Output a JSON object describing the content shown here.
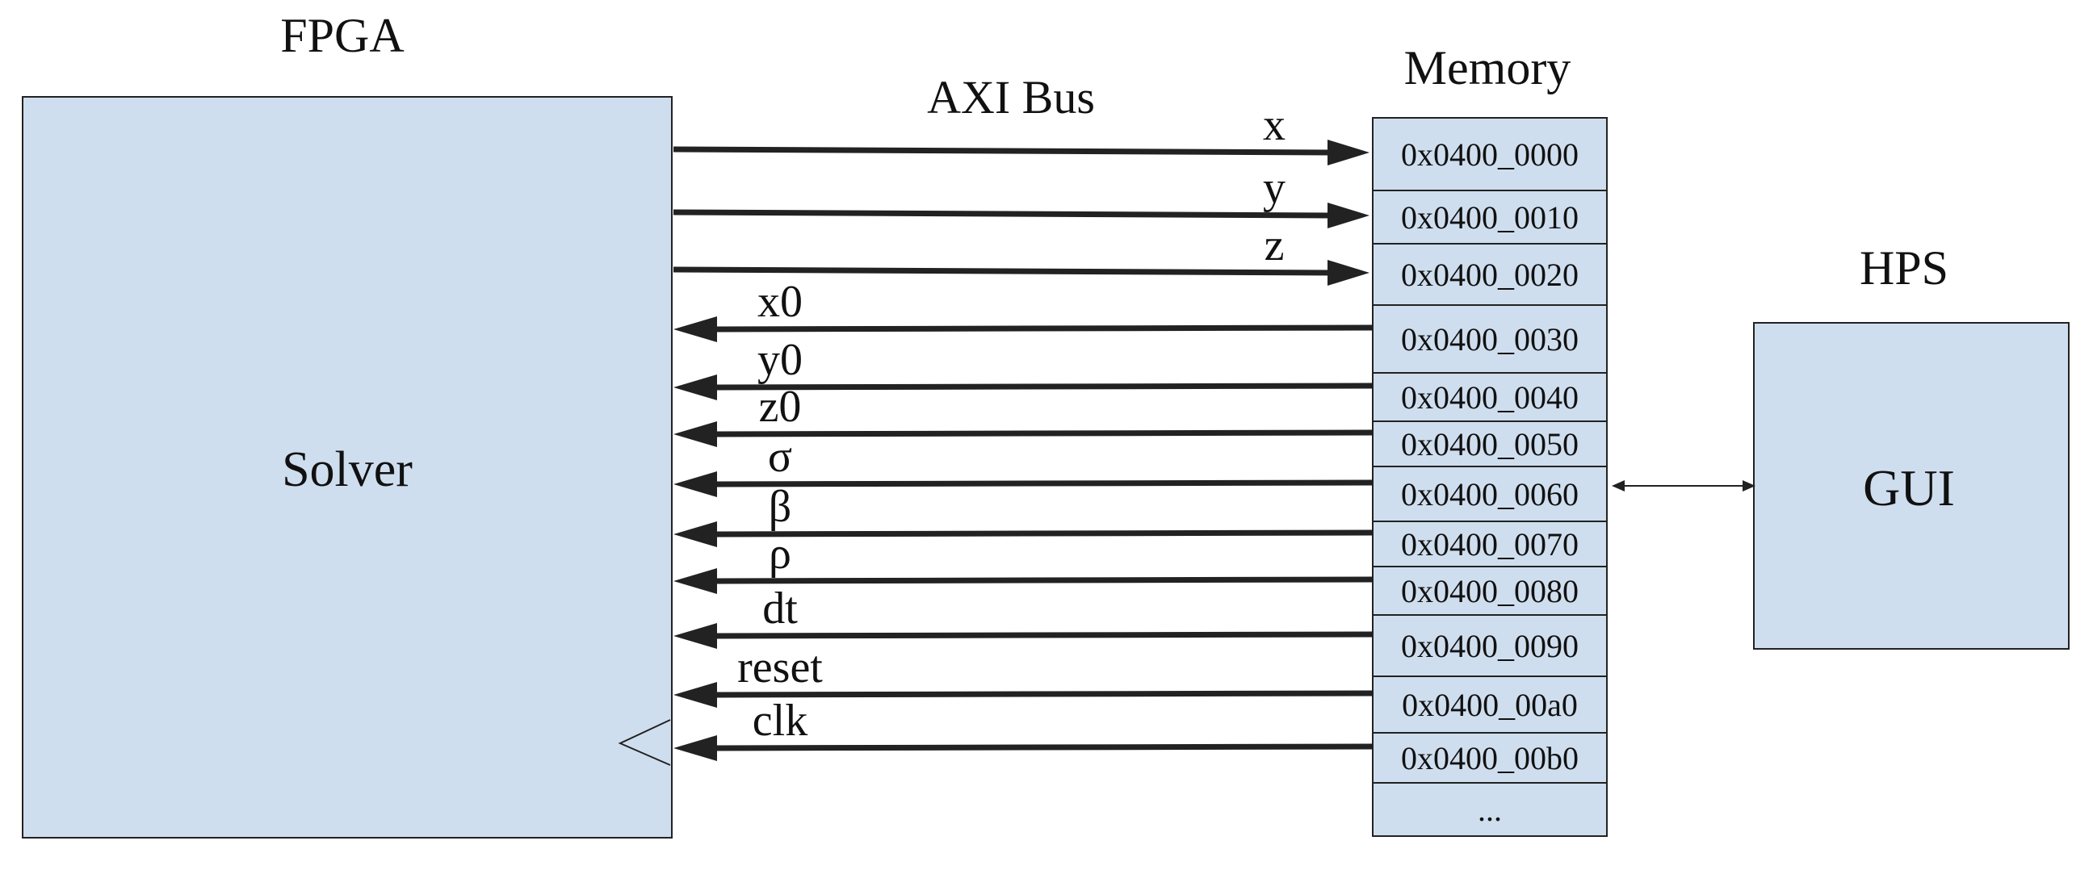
{
  "fpga": {
    "title": "FPGA",
    "block_label": "Solver"
  },
  "bus": {
    "label": "AXI Bus"
  },
  "memory": {
    "title": "Memory",
    "cells": [
      "0x0400_0000",
      "0x0400_0010",
      "0x0400_0020",
      "0x0400_0030",
      "0x0400_0040",
      "0x0400_0050",
      "0x0400_0060",
      "0x0400_0070",
      "0x0400_0080",
      "0x0400_0090",
      "0x0400_00a0",
      "0x0400_00b0",
      "..."
    ]
  },
  "hps": {
    "title": "HPS",
    "block_label": "GUI"
  },
  "signals": [
    {
      "label": "x",
      "direction": "to-memory",
      "cell": 0
    },
    {
      "label": "y",
      "direction": "to-memory",
      "cell": 1
    },
    {
      "label": "z",
      "direction": "to-memory",
      "cell": 2
    },
    {
      "label": "x0",
      "direction": "to-fpga",
      "cell": 3
    },
    {
      "label": "y0",
      "direction": "to-fpga",
      "cell": 4
    },
    {
      "label": "z0",
      "direction": "to-fpga",
      "cell": 5
    },
    {
      "label": "σ",
      "direction": "to-fpga",
      "cell": 6
    },
    {
      "label": "β",
      "direction": "to-fpga",
      "cell": 7
    },
    {
      "label": "ρ",
      "direction": "to-fpga",
      "cell": 8
    },
    {
      "label": "dt",
      "direction": "to-fpga",
      "cell": 9
    },
    {
      "label": "reset",
      "direction": "to-fpga",
      "cell": 10
    },
    {
      "label": "clk",
      "direction": "to-fpga",
      "cell": 11
    }
  ],
  "colors": {
    "block_fill": "#cfdeee",
    "stroke": "#222222",
    "text": "#111111"
  }
}
